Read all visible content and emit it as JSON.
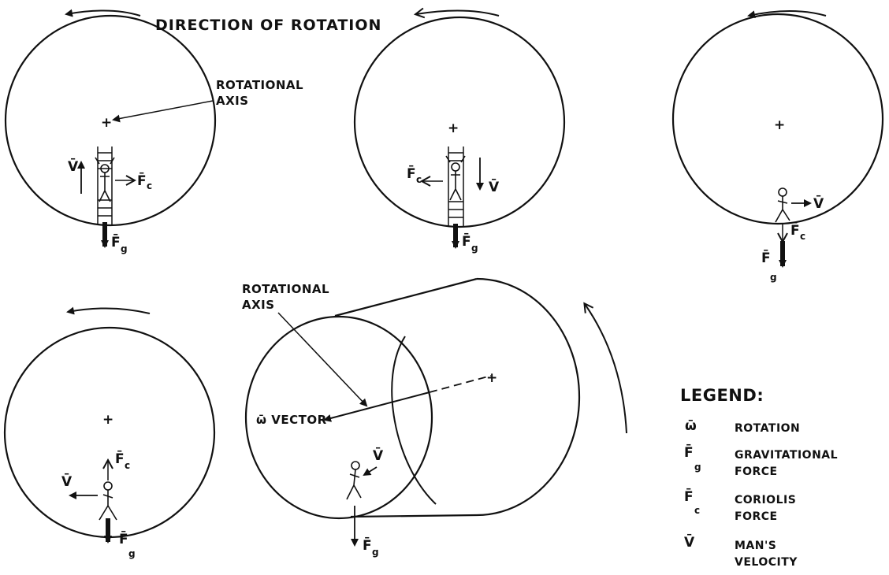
{
  "labels": {
    "direction": "DIRECTION OF ROTATION",
    "rot_axis_1": "ROTATIONAL",
    "rot_axis_2": "AXIS",
    "omega_vector": "ω̄ VECTOR"
  },
  "symbols": {
    "F": "F̄",
    "V": "V̄",
    "sub_c": "c",
    "sub_g": "g",
    "omega": "ω̄",
    "plus": "+"
  },
  "legend": {
    "title": "LEGEND:",
    "items": [
      {
        "symbol": "ω̄",
        "sub": "",
        "line1": "ROTATION",
        "line2": ""
      },
      {
        "symbol": "F̄",
        "sub": "g",
        "line1": "GRAVITATIONAL",
        "line2": "FORCE"
      },
      {
        "symbol": "F̄",
        "sub": "c",
        "line1": "CORIOLIS",
        "line2": "FORCE"
      },
      {
        "symbol": "V̄",
        "sub": "",
        "line1": "MAN'S",
        "line2": "VELOCITY"
      }
    ]
  },
  "colors": {
    "ink": "#111111",
    "background": "#ffffff"
  }
}
